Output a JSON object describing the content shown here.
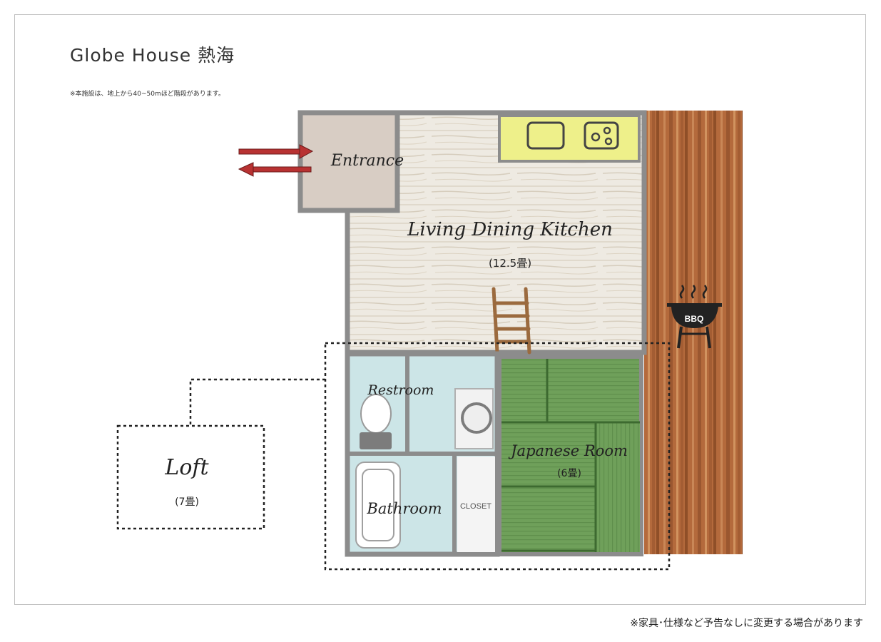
{
  "header": {
    "title": "Globe House 熱海",
    "note": "※本施設は、地上から40~50mほど階段があります。"
  },
  "rooms": {
    "entrance": "Entrance",
    "ldk": "Living Dining Kitchen",
    "ldk_size": "(12.5畳)",
    "restroom": "Restroom",
    "bathroom": "Bathroom",
    "closet": "CLOSET",
    "japanese": "Japanese Room",
    "japanese_size": "(6畳)",
    "loft": "Loft",
    "loft_size": "(7畳)",
    "bbq": "BBQ"
  },
  "footer": {
    "disclaimer": "※家具･仕様など予告なしに変更する場合があります"
  }
}
